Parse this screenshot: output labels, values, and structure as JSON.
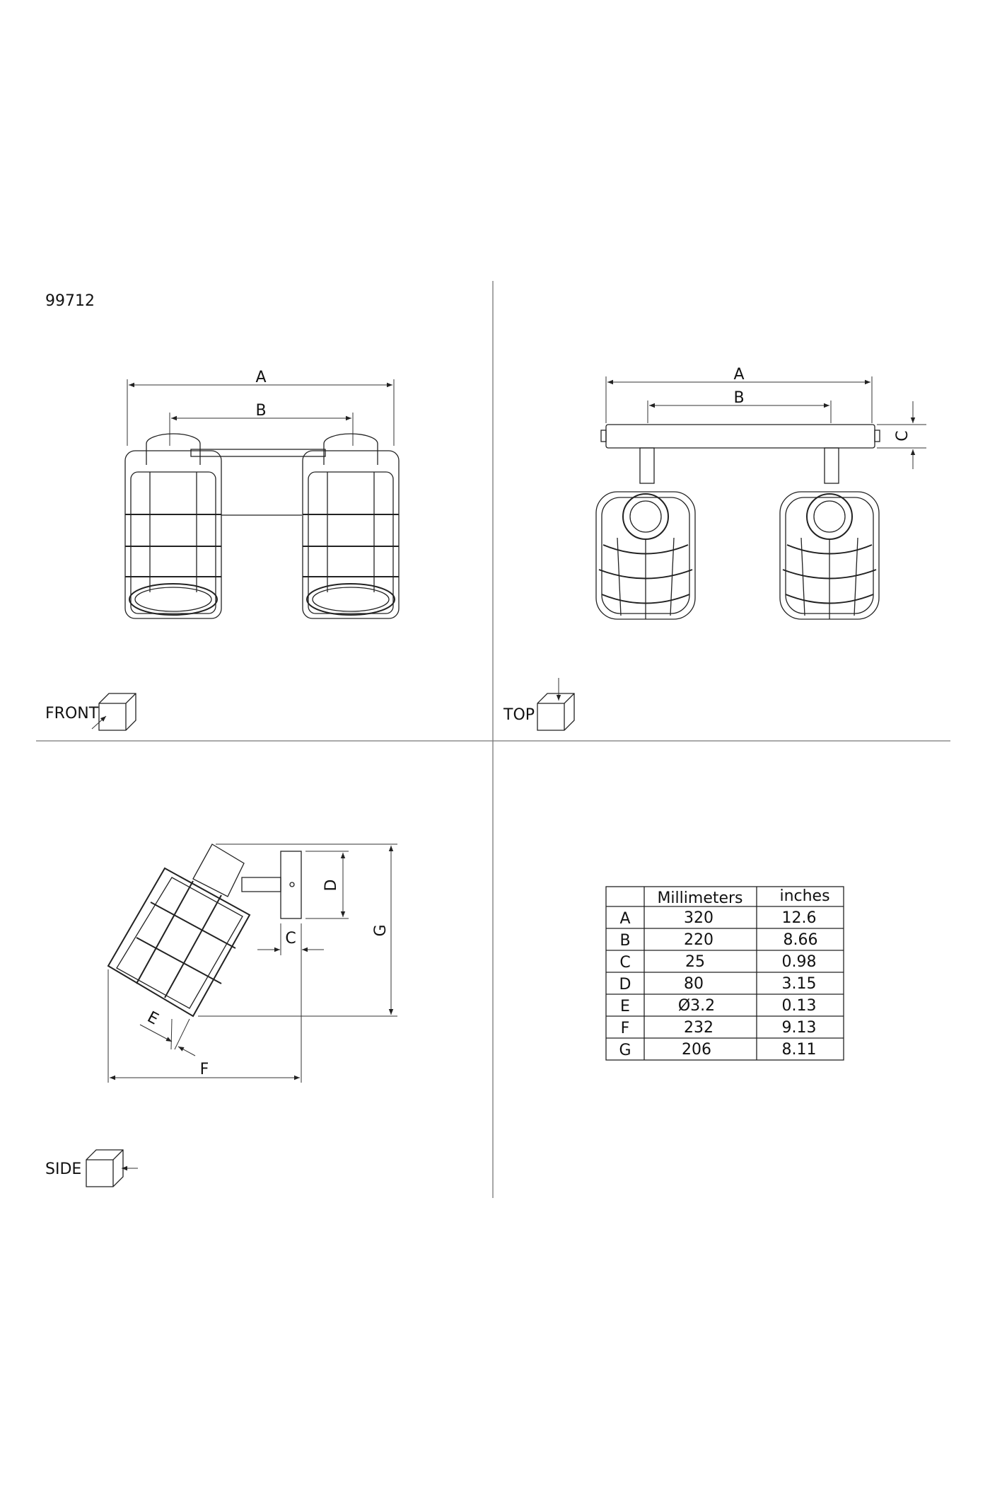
{
  "model_number": "99712",
  "views": {
    "front": {
      "label": "FRONT",
      "dims": {
        "a": "A",
        "b": "B"
      }
    },
    "top": {
      "label": "TOP",
      "dims": {
        "a": "A",
        "b": "B",
        "c": "C"
      }
    },
    "side": {
      "label": "SIDE",
      "dims": {
        "c": "C",
        "d": "D",
        "e": "E",
        "f": "F",
        "g": "G"
      }
    }
  },
  "dimension_table": {
    "headers": [
      "",
      "Millimeters",
      "inches"
    ],
    "rows": [
      {
        "key": "A",
        "mm": "320",
        "in": "12.6"
      },
      {
        "key": "B",
        "mm": "220",
        "in": "8.66"
      },
      {
        "key": "C",
        "mm": "25",
        "in": "0.98"
      },
      {
        "key": "D",
        "mm": "80",
        "in": "3.15"
      },
      {
        "key": "E",
        "mm": "Ø3.2",
        "in": "0.13"
      },
      {
        "key": "F",
        "mm": "232",
        "in": "9.13"
      },
      {
        "key": "G",
        "mm": "206",
        "in": "8.11"
      }
    ]
  }
}
